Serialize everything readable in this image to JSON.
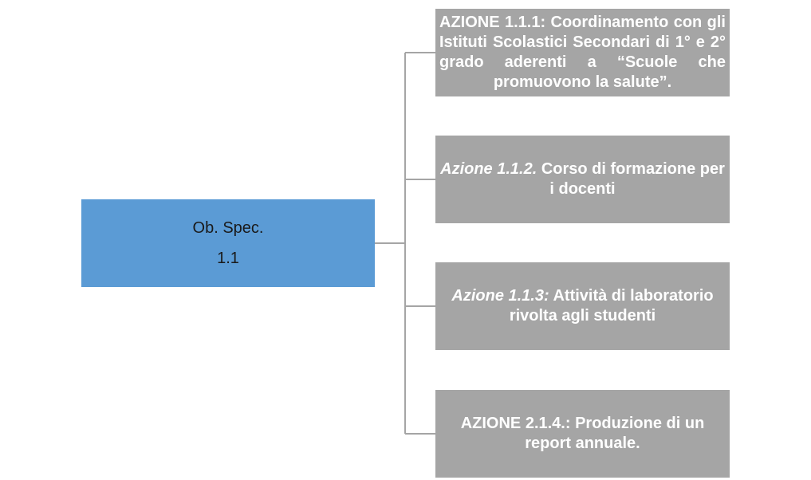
{
  "root": {
    "line1": "Ob. Spec.",
    "line2": "1.1"
  },
  "actions": [
    {
      "prefix": "",
      "text": "AZIONE 1.1.1: Coordinamento con gli Istituti Scolastici Secondari di 1° e 2° grado aderenti a “Scuole che promuovono la salute”."
    },
    {
      "prefix": "Azione 1.1.2.",
      "text": " Corso di formazione per i docenti"
    },
    {
      "prefix": "Azione 1.1.3:",
      "text": " Attività di laboratorio rivolta agli studenti"
    },
    {
      "prefix": "",
      "text": "AZIONE 2.1.4.: Produzione di un report annuale."
    }
  ],
  "colors": {
    "root_fill": "#5b9bd5",
    "action_fill": "#a5a5a5",
    "connector": "#a5a5a5"
  }
}
